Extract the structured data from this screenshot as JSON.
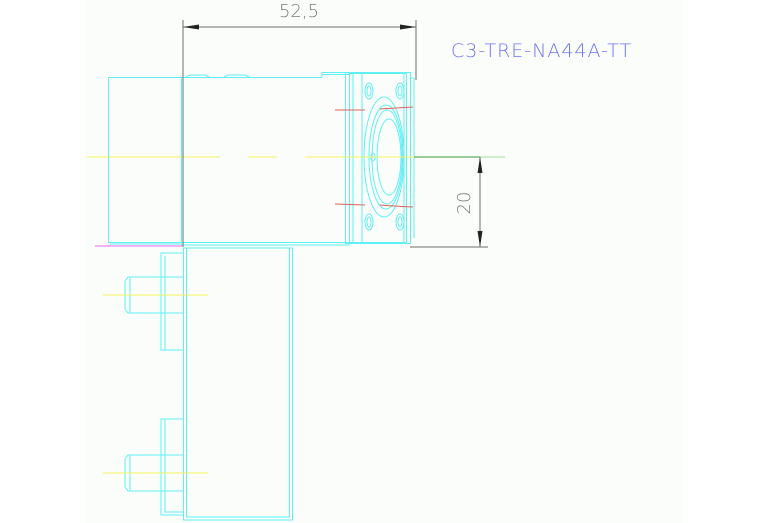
{
  "drawing": {
    "part_label": "C3-TRE-NA44A-TT",
    "dimensions": {
      "horizontal": "52,5",
      "vertical": "20"
    },
    "colors": {
      "geometry": "#5ff0f5",
      "centerline": "#f3f35a",
      "dimension": "#6e6e6e",
      "label": "#6f74ee",
      "hidden_red": "#e0605a",
      "baseline_magenta": "#ee66ee",
      "ref_green": "#3a9a3a"
    }
  }
}
